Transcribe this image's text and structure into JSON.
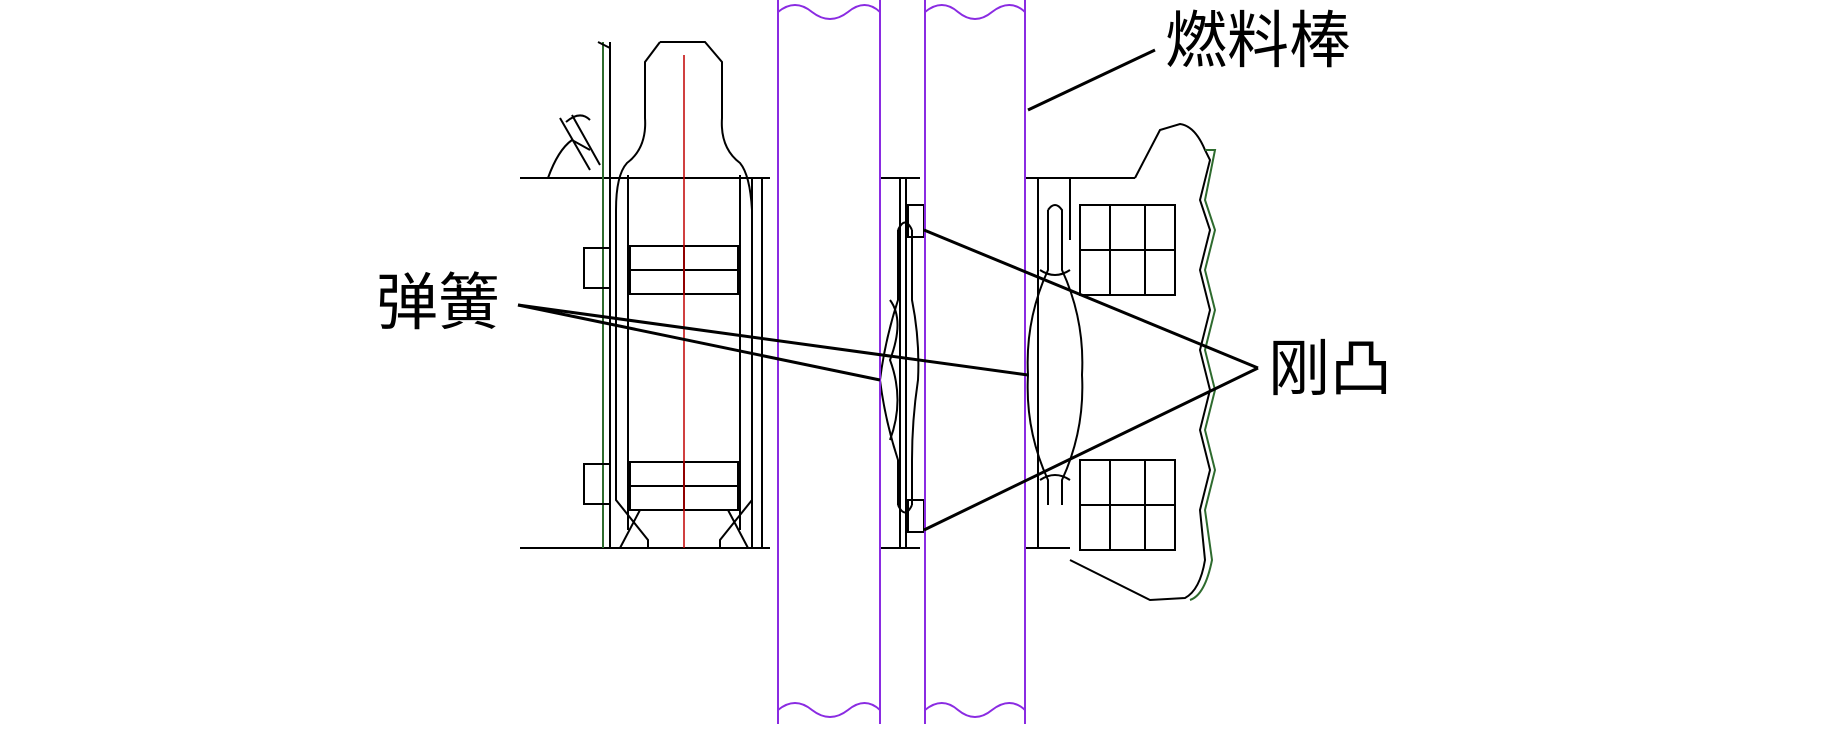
{
  "labels": {
    "fuel_rod": "燃料棒",
    "spring": "弹簧",
    "dimple": "刚凸"
  },
  "colors": {
    "line": "#000000",
    "fuel_rod_outline": "#8a2be2",
    "centerline": "#c00000",
    "grid_strap": "#2e6b2e"
  }
}
